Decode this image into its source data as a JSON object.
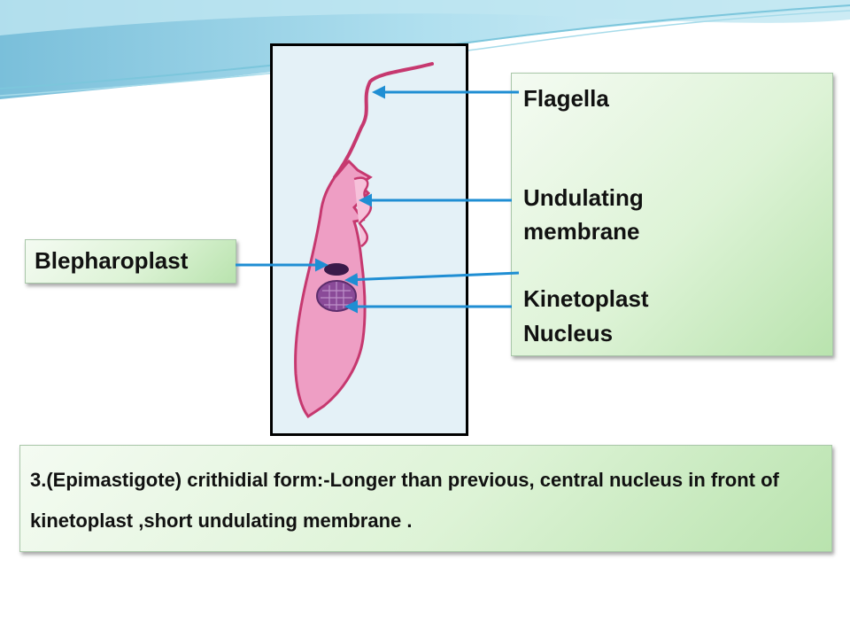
{
  "diagram": {
    "labels": {
      "flagella": "Flagella",
      "undulating_line1": "Undulating",
      "undulating_line2": "membrane",
      "kinetoplast": "Kinetoplast",
      "nucleus": "Nucleus",
      "blepharoplast": "Blepharoplast"
    },
    "description": "3.(Epimastigote) crithidial form:-Longer than previous, central nucleus in front of kinetoplast ,short undulating membrane ."
  },
  "colors": {
    "arrow": "#1f8ed3",
    "cell_body": "#ee9ec4",
    "cell_outline": "#c6386f",
    "label_box_green": "#c9ebc0",
    "nucleus": "#8a4a98",
    "kinetoplast": "#3a1a4a",
    "header_wave": "#8fd0e3"
  }
}
